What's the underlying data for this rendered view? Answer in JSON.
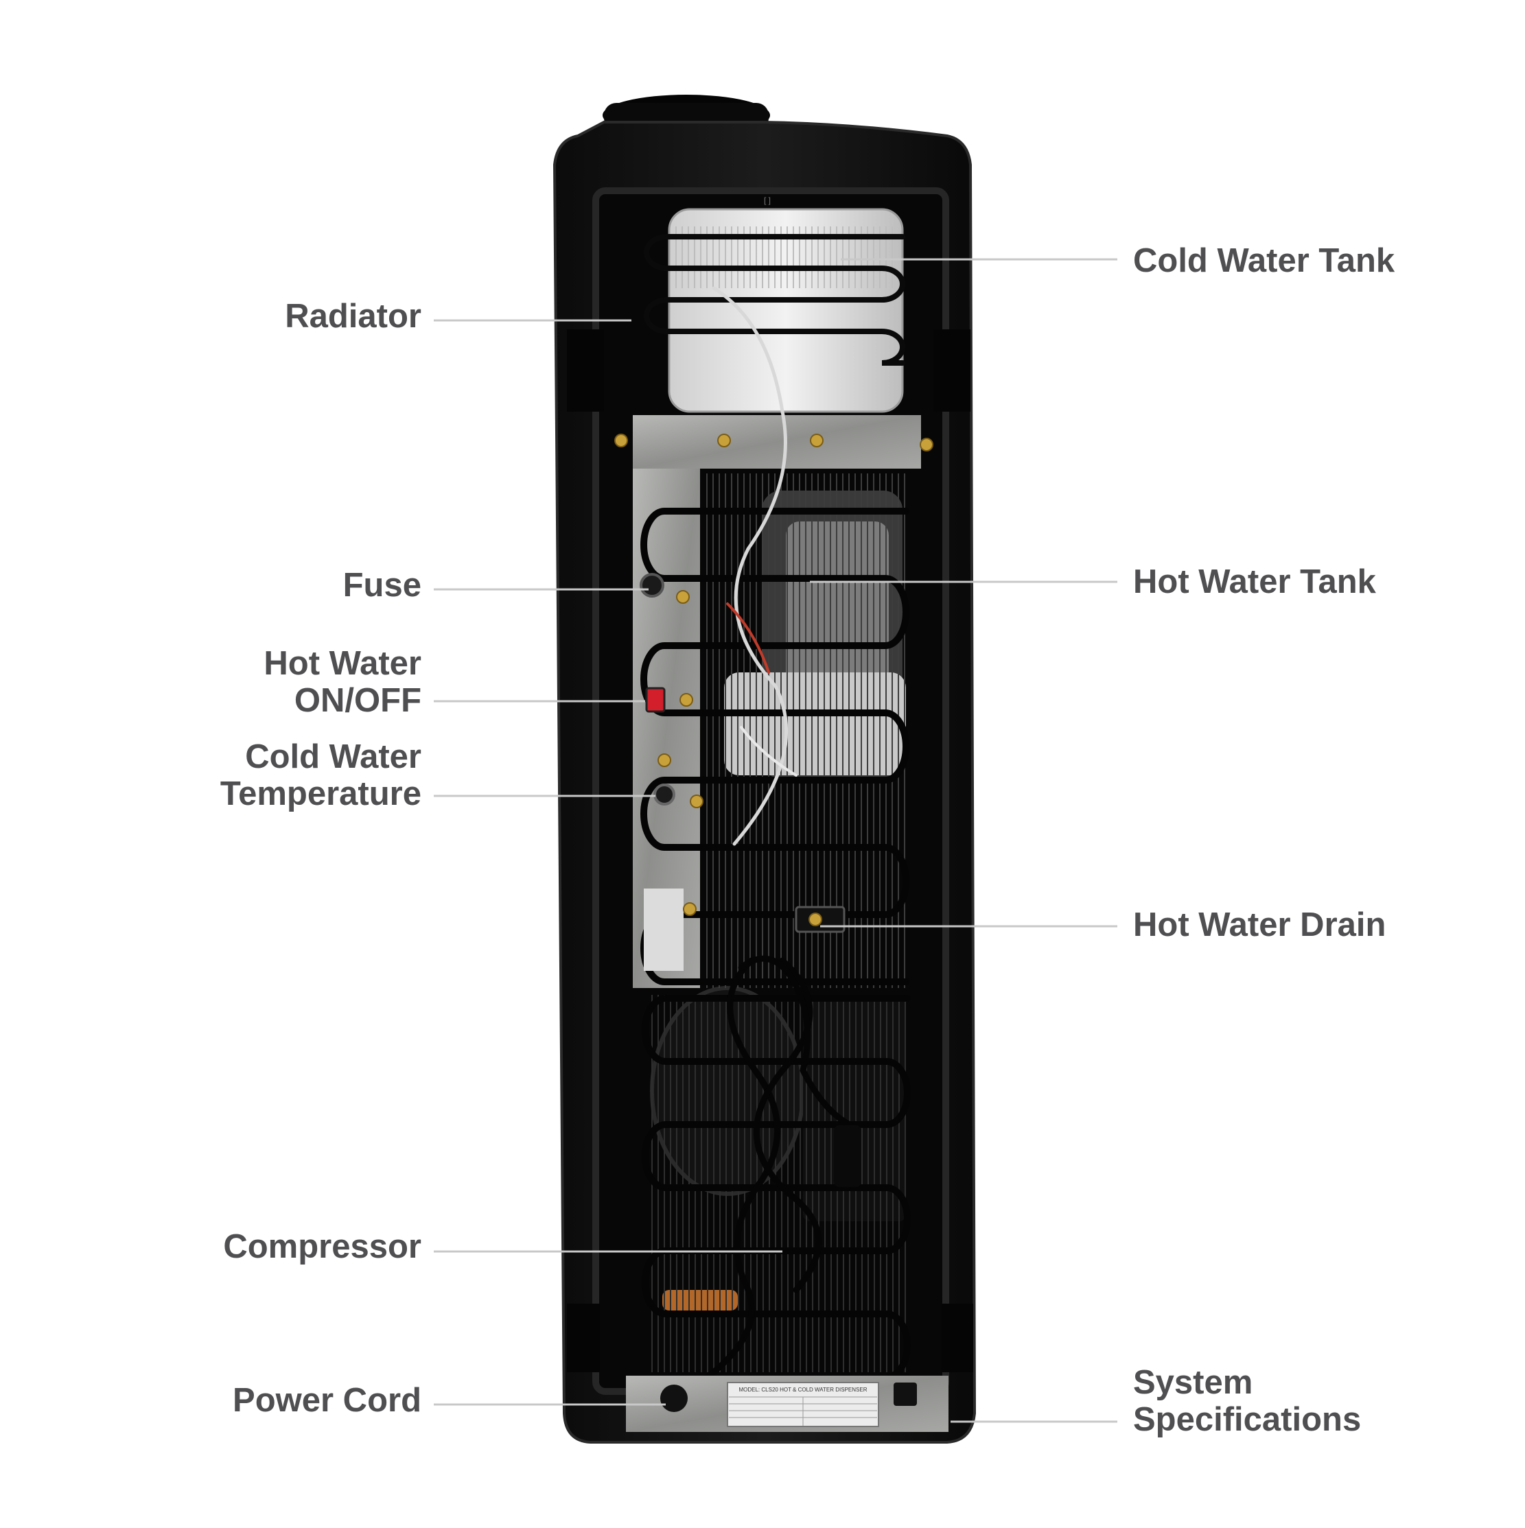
{
  "diagram": {
    "labels": {
      "radiator": {
        "lines": [
          "Radiator"
        ]
      },
      "fuse": {
        "lines": [
          "Fuse"
        ]
      },
      "hot_water_switch": {
        "lines": [
          "Hot Water",
          "ON/OFF"
        ]
      },
      "cold_water_temperature": {
        "lines": [
          "Cold Water",
          "Temperature"
        ]
      },
      "compressor": {
        "lines": [
          "Compressor"
        ]
      },
      "power_cord": {
        "lines": [
          "Power Cord"
        ]
      },
      "cold_water_tank": {
        "lines": [
          "Cold Water Tank"
        ]
      },
      "hot_water_tank": {
        "lines": [
          "Hot Water Tank"
        ]
      },
      "hot_water_drain": {
        "lines": [
          "Hot Water Drain"
        ]
      },
      "system_specifications": {
        "lines": [
          "System",
          "Specifications"
        ]
      }
    },
    "spec_plate": {
      "title": "MODEL: CLS20  HOT & COLD WATER DISPENSER"
    },
    "colors": {
      "background": "#ffffff",
      "label_text": "#4f4f52",
      "leader_line": "#c8c8c8",
      "cabinet": "#151515",
      "coil": "#0a0a0a",
      "tank": "#e6e6e6",
      "switch": "#d21f2b",
      "brass": "#c9a13b",
      "bracket": "#a9aaa8"
    }
  }
}
